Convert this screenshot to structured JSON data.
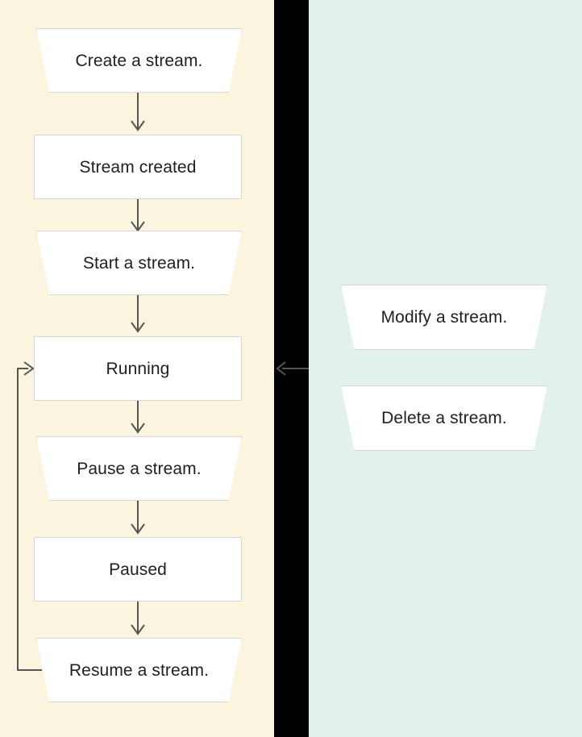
{
  "diagram": {
    "title": "Stream lifecycle state diagram",
    "type": "flowchart",
    "background": "#ffffff",
    "panels": [
      {
        "id": "left",
        "name": "lifecycle-panel",
        "color": "#fbf5df"
      },
      {
        "id": "divider",
        "name": "panel-divider",
        "color": "#000000"
      },
      {
        "id": "right",
        "name": "operations-panel",
        "color": "#e2f1ea"
      }
    ],
    "node_fill": "#ffffff",
    "node_border": "#d6d6d6",
    "edge_color": "#555555",
    "text_color": "#1f1f1f"
  },
  "left_panel": {
    "nodes": [
      {
        "id": "create",
        "shape": "trapezoid",
        "label": "Create a stream."
      },
      {
        "id": "created",
        "shape": "rectangle",
        "label": "Stream created"
      },
      {
        "id": "start",
        "shape": "trapezoid",
        "label": "Start a stream."
      },
      {
        "id": "running",
        "shape": "rectangle",
        "label": "Running"
      },
      {
        "id": "pause",
        "shape": "trapezoid",
        "label": "Pause a stream."
      },
      {
        "id": "paused",
        "shape": "rectangle",
        "label": "Paused"
      },
      {
        "id": "resume",
        "shape": "trapezoid",
        "label": "Resume a stream."
      }
    ]
  },
  "right_panel": {
    "nodes": [
      {
        "id": "modify",
        "shape": "trapezoid",
        "label": "Modify a stream."
      },
      {
        "id": "delete",
        "shape": "trapezoid",
        "label": "Delete a stream."
      }
    ]
  },
  "edges": [
    {
      "id": "e1",
      "from": "create",
      "to": "created",
      "direction": "down"
    },
    {
      "id": "e2",
      "from": "created",
      "to": "start",
      "direction": "down"
    },
    {
      "id": "e3",
      "from": "start",
      "to": "running",
      "direction": "down"
    },
    {
      "id": "e4",
      "from": "running",
      "to": "pause",
      "direction": "down"
    },
    {
      "id": "e5",
      "from": "pause",
      "to": "paused",
      "direction": "down"
    },
    {
      "id": "e6",
      "from": "paused",
      "to": "resume",
      "direction": "down"
    },
    {
      "id": "e7",
      "from": "resume",
      "to": "running",
      "direction": "loop-back-left"
    },
    {
      "id": "e8",
      "from": "right_panel",
      "to": "running",
      "direction": "left"
    }
  ]
}
